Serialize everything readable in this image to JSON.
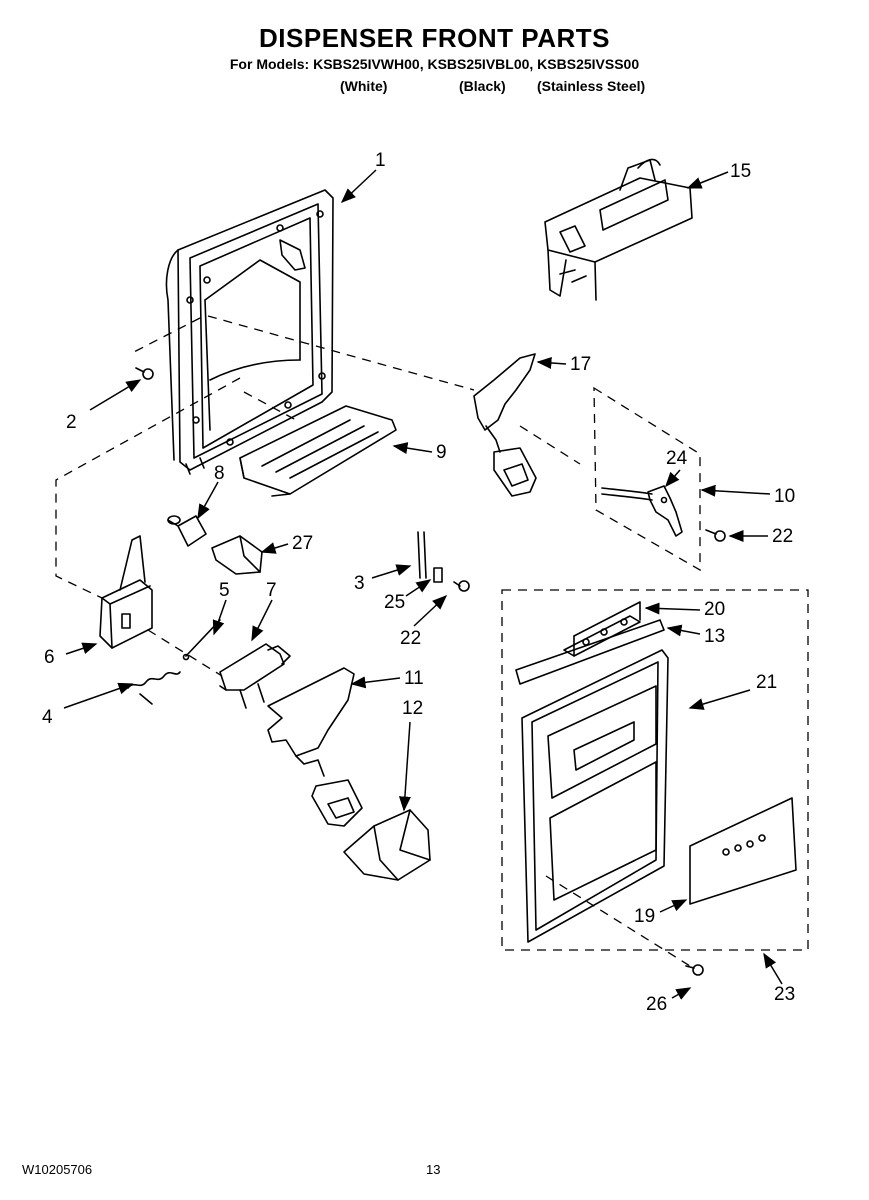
{
  "header": {
    "title": "DISPENSER FRONT PARTS",
    "models_line": "For Models: KSBS25IVWH00, KSBS25IVBL00, KSBS25IVSS00",
    "colors": [
      "(White)",
      "(Black)",
      "(Stainless Steel)"
    ]
  },
  "callouts": [
    {
      "id": "c1",
      "label": "1"
    },
    {
      "id": "c2",
      "label": "2"
    },
    {
      "id": "c3",
      "label": "3"
    },
    {
      "id": "c4",
      "label": "4"
    },
    {
      "id": "c5",
      "label": "5"
    },
    {
      "id": "c6",
      "label": "6"
    },
    {
      "id": "c7",
      "label": "7"
    },
    {
      "id": "c8",
      "label": "8"
    },
    {
      "id": "c9",
      "label": "9"
    },
    {
      "id": "c10",
      "label": "10"
    },
    {
      "id": "c11",
      "label": "11"
    },
    {
      "id": "c12",
      "label": "12"
    },
    {
      "id": "c13",
      "label": "13"
    },
    {
      "id": "c15",
      "label": "15"
    },
    {
      "id": "c17",
      "label": "17"
    },
    {
      "id": "c19",
      "label": "19"
    },
    {
      "id": "c20",
      "label": "20"
    },
    {
      "id": "c21",
      "label": "21"
    },
    {
      "id": "c22a",
      "label": "22"
    },
    {
      "id": "c22b",
      "label": "22"
    },
    {
      "id": "c23",
      "label": "23"
    },
    {
      "id": "c24",
      "label": "24"
    },
    {
      "id": "c25",
      "label": "25"
    },
    {
      "id": "c26",
      "label": "26"
    },
    {
      "id": "c27",
      "label": "27"
    }
  ],
  "footer": {
    "doc_number": "W10205706",
    "page_number": "13"
  }
}
